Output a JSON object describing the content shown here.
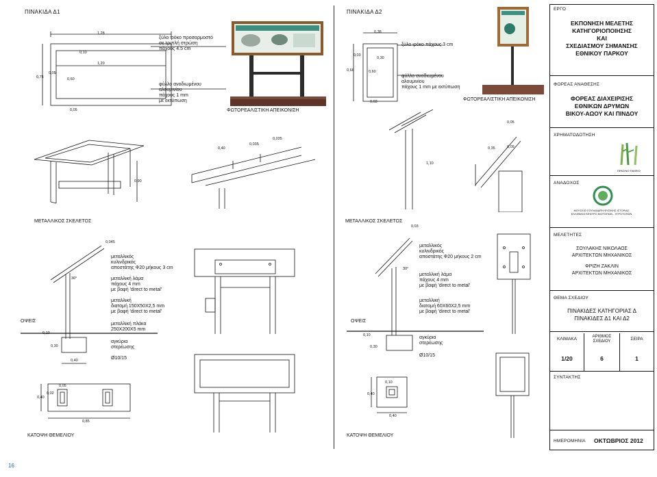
{
  "left": {
    "heading": "ΠΙΝΑΚΙΔΑ Δ1",
    "dims_top": {
      "d1": "1,28",
      "d2": "0,10",
      "d3": "1,20",
      "d4": "0,75",
      "d5": "0,05",
      "d6": "0,60",
      "d7": "0,05"
    },
    "note_wood": [
      "ξύλο ιρόκο προσαρμοστό",
      "σε τριπλή στρώση",
      "πάχους 4.5 cm"
    ],
    "note_alu": [
      "φύλλο ανοδιωμένου",
      "αλουμινίου",
      "πάχους 1 mm",
      "με εκτύπωση"
    ],
    "photo_caption": "ΦΩΤΟΡΕΑΛΙΣΤΙΚΗ ΑΠΕΙΚΟΝΙΣΗ",
    "frame_caption": "ΜΕΤΑΛΛΙΚΟΣ ΣΚΕΛΕΤΟΣ",
    "frame_dims": {
      "h": "0,90",
      "a": "0,40",
      "b": "0,035",
      "c": "0,035"
    },
    "view_caption": "ΟΨΕΙΣ",
    "side_dims": {
      "t": "0,045",
      "ang": "30°",
      "f1": "0,10",
      "f2": "0,30",
      "f3": "0,40"
    },
    "side_notes": {
      "n1": [
        "μεταλλικός",
        "κυλινδρικός",
        "αποστάτης Φ20 μήκους 3 cm"
      ],
      "n2": [
        "μεταλλική λάμα",
        "πάχους 4 mm",
        "με βαφή 'direct to metal'"
      ],
      "n3": [
        "μεταλλική",
        "διατομή 150X50X2,5 mm",
        "με βαφή 'direct to metal'"
      ],
      "n4": [
        "μεταλλική πλάκα",
        "250X200X5 mm"
      ],
      "n5": [
        "αγκύρια",
        "στερέωσης"
      ],
      "n6": "Ø10/15"
    },
    "plan_caption": "ΚΑΤΟΨΗ ΘΕΜΕΛΙΟΥ",
    "plan_dims": {
      "a": "0,05",
      "b": "0,40",
      "c": "0,02",
      "d": "0,85"
    }
  },
  "right": {
    "heading": "ΠΙΝΑΚΙΔΑ Δ2",
    "dims_top": {
      "a": "0,38",
      "b": "0,03",
      "c": "0,30",
      "d": "0,66",
      "e": "0,60",
      "f": "0,03"
    },
    "note_wood": "ξύλο ιρόκο πάχους 3 cm",
    "note_alu": [
      "φύλλο ανοδιωμένου",
      "αλουμινίου",
      "πάχους 1 mm με εκτύπωση"
    ],
    "photo_caption": "ΦΩΤΟΡΕΑΛΙΣΤΙΚΗ ΑΠΕΙΚΟΝΙΣΗ",
    "frame_caption": "ΜΕΤΑΛΛΙΚΟΣ ΣΚΕΛΕΤΟΣ",
    "frame_dims": {
      "h": "1,10",
      "a": "0,05",
      "b": "0,35",
      "c": "0,09"
    },
    "view_caption": "ΟΨΕΙΣ",
    "side_dims": {
      "t": "0,03",
      "ang": "30°",
      "f1": "0,10",
      "f2": "0,30"
    },
    "side_notes": {
      "n1": [
        "μεταλλικός",
        "κυλινδρικός",
        "αποστάτης Φ20 μήκους 2 cm"
      ],
      "n2": [
        "μεταλλική λάμα",
        "πάχους 4 mm",
        "με βαφή 'direct to metal'"
      ],
      "n3": [
        "μεταλλική",
        "διατομή 60X60X2,5 mm",
        "με βαφή 'direct to metal'"
      ],
      "n5": [
        "αγκύρια",
        "στερέωσης"
      ],
      "n6": "Ø10/15"
    },
    "plan_caption": "ΚΑΤΟΨΗ ΘΕΜΕΛΙΟΥ",
    "plan_dims": {
      "a": "0,10",
      "b": "0,40",
      "c": "0,40"
    }
  },
  "titleblock": {
    "project_cap": "ΕΡΓΟ",
    "project_lines": [
      "ΕΚΠΟΝΗΣΗ ΜΕΛΕΤΗΣ",
      "ΚΑΤΗΓΟΡΙΟΠΟΙΗΣΗΣ",
      "ΚΑΙ",
      "ΣΧΕΔΙΑΣΜΟΥ ΣΗΜΑΝΣΗΣ",
      "ΕΘΝΙΚΟΥ ΠΑΡΚΟΥ"
    ],
    "authority_cap": "ΦΟΡΕΑΣ ΑΝΑΘΕΣΗΣ",
    "authority_lines": [
      "ΦΟΡΕΑΣ ΔΙΑΧΕΙΡΙΣΗΣ",
      "ΕΘΝΙΚΩΝ ΔΡΥΜΩΝ",
      "ΒΙΚΟΥ-ΑΩΟΥ ΚΑΙ ΠΙΝΔΟΥ"
    ],
    "funding_cap": "ΧΡΗΜΑΤΟΔΟΤΗΣΗ",
    "funding_logo_text": "ΠΡΑΣΙΝΟ ΤΑΜΕΙΟ",
    "contractor_cap": "ΑΝΑΔΟΧΟΣ",
    "contractor_logo_text": [
      "ΜΟΥΣΕΙΟ ΓΟΥΛΑΝΔΡΗ ΦΥΣΙΚΗΣ ΙΣΤΟΡΙΑΣ",
      "ΕΛΛΗΝΙΚΟ ΚΕΝΤΡΟ ΒΙΟΤΟΠΩΝ - ΥΓΡΟΤΟΠΩΝ"
    ],
    "designers_cap": "ΜΕΛΕΤΗΤΕΣ",
    "designers_lines": [
      "ΣΟΥΛΑΚΗΣ ΝΙΚΟΛΑΟΣ",
      "ΑΡΧΙΤΕΚΤΩΝ ΜΗΧΑΝΙΚΟΣ",
      "",
      "ΦΡΙΖΗ ΖΑΚΛΙΝ",
      "ΑΡΧΙΤΕΚΤΩΝ ΜΗΧΑΝΙΚΟΣ"
    ],
    "theme_cap": "ΘΕΜΑ ΣΧΕΔΙΟΥ",
    "theme_lines": [
      "ΠΙΝΑΚΙΔΕΣ ΚΑΤΗΓΟΡΙΑΣ Δ",
      "ΠΙΝΑΚΙΔΕΣ Δ1 ΚΑΙ Δ2"
    ],
    "scale_cap": "ΚΛΙΜΑΚΑ",
    "drawno_cap": [
      "ΑΡΙΘΜΟΣ",
      "ΣΧΕΔΙΟΥ"
    ],
    "series_cap": "ΣΕΙΡΑ",
    "scale_val": "1/20",
    "drawno_val": "6",
    "series_val": "1",
    "author_cap": "ΣΥΝΤΑΚΤΗΣ",
    "date_cap": "ΗΜΕΡΟΜΗΝΙΑ",
    "date_val": "ΟΚΤΩΒΡΙΟΣ 2012"
  },
  "page_number": "16"
}
